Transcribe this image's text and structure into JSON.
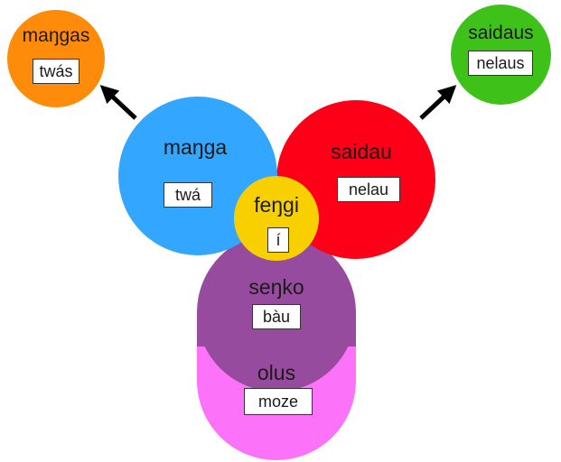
{
  "colors": {
    "manga": "#fe8c0a",
    "saidau": "#3ec21a",
    "blue": "#33a6ff",
    "red": "#fd0018",
    "yellow": "#f8d000",
    "purple": "#964b9e",
    "pink": "#fc73f9",
    "arrow": "#000000"
  },
  "nodes": {
    "mangas": {
      "word": "maŋgas",
      "gloss": "twás"
    },
    "saidaus": {
      "word": "saidaus",
      "gloss": "nelaus"
    },
    "manga": {
      "word": "maŋga",
      "gloss": "twá"
    },
    "saidau": {
      "word": "saidau",
      "gloss": "nelau"
    },
    "fengi": {
      "word": "feŋgi",
      "gloss": "í"
    },
    "senko": {
      "word": "seŋko",
      "gloss": "bàu"
    },
    "olus": {
      "word": "olus",
      "gloss": "moze"
    }
  }
}
